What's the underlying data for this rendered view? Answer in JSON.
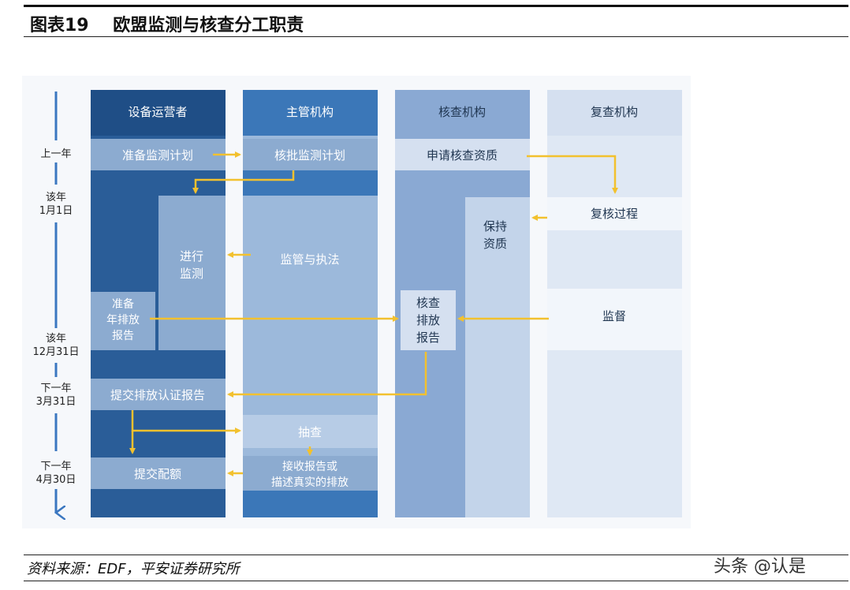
{
  "figure": {
    "title": "图表19    欧盟监测与核查分工职责",
    "source": "资料来源：EDF，平安证券研究所",
    "watermark": "头条 @认是"
  },
  "colors": {
    "col1_header": "#1f4e86",
    "col1_body": "#2a5d98",
    "col2_header": "#3b77b8",
    "col2_body": "#9cb9db",
    "col3_header": "#8aa9d3",
    "col3_body": "#a8c0e0",
    "col4_header": "#d5e0f0",
    "col4_body": "#dfe8f4",
    "arrow": "#f2c12e",
    "timeline": "#3b77c0"
  },
  "columns": {
    "operator": "设备运营者",
    "authority": "主管机构",
    "verifier": "核查机构",
    "reviewer": "复查机构"
  },
  "timeline": {
    "prev_year": "上一年",
    "jan1_a": "该年",
    "jan1_b": "1月1日",
    "dec31_a": "该年",
    "dec31_b": "12月31日",
    "mar31_a": "下一年",
    "mar31_b": "3月31日",
    "apr30_a": "下一年",
    "apr30_b": "4月30日"
  },
  "boxes": {
    "prepare_plan": "准备监测计划",
    "approve_plan": "核批监测计划",
    "apply_qualification": "申请核查资质",
    "review_process": "复核过程",
    "maintain_qual_1": "保持",
    "maintain_qual_2": "资质",
    "monitoring_1": "进行",
    "monitoring_2": "监测",
    "supervision_enforcement": "监管与执法",
    "prepare_report_1": "准备",
    "prepare_report_2": "年排放",
    "prepare_report_3": "报告",
    "verify_report_1": "核查",
    "verify_report_2": "排放",
    "verify_report_3": "报告",
    "supervise": "监督",
    "submit_report": "提交排放认证报告",
    "spot_check": "抽查",
    "accept_report_1": "接收报告或",
    "accept_report_2": "描述真实的排放",
    "submit_allowance": "提交配额"
  }
}
